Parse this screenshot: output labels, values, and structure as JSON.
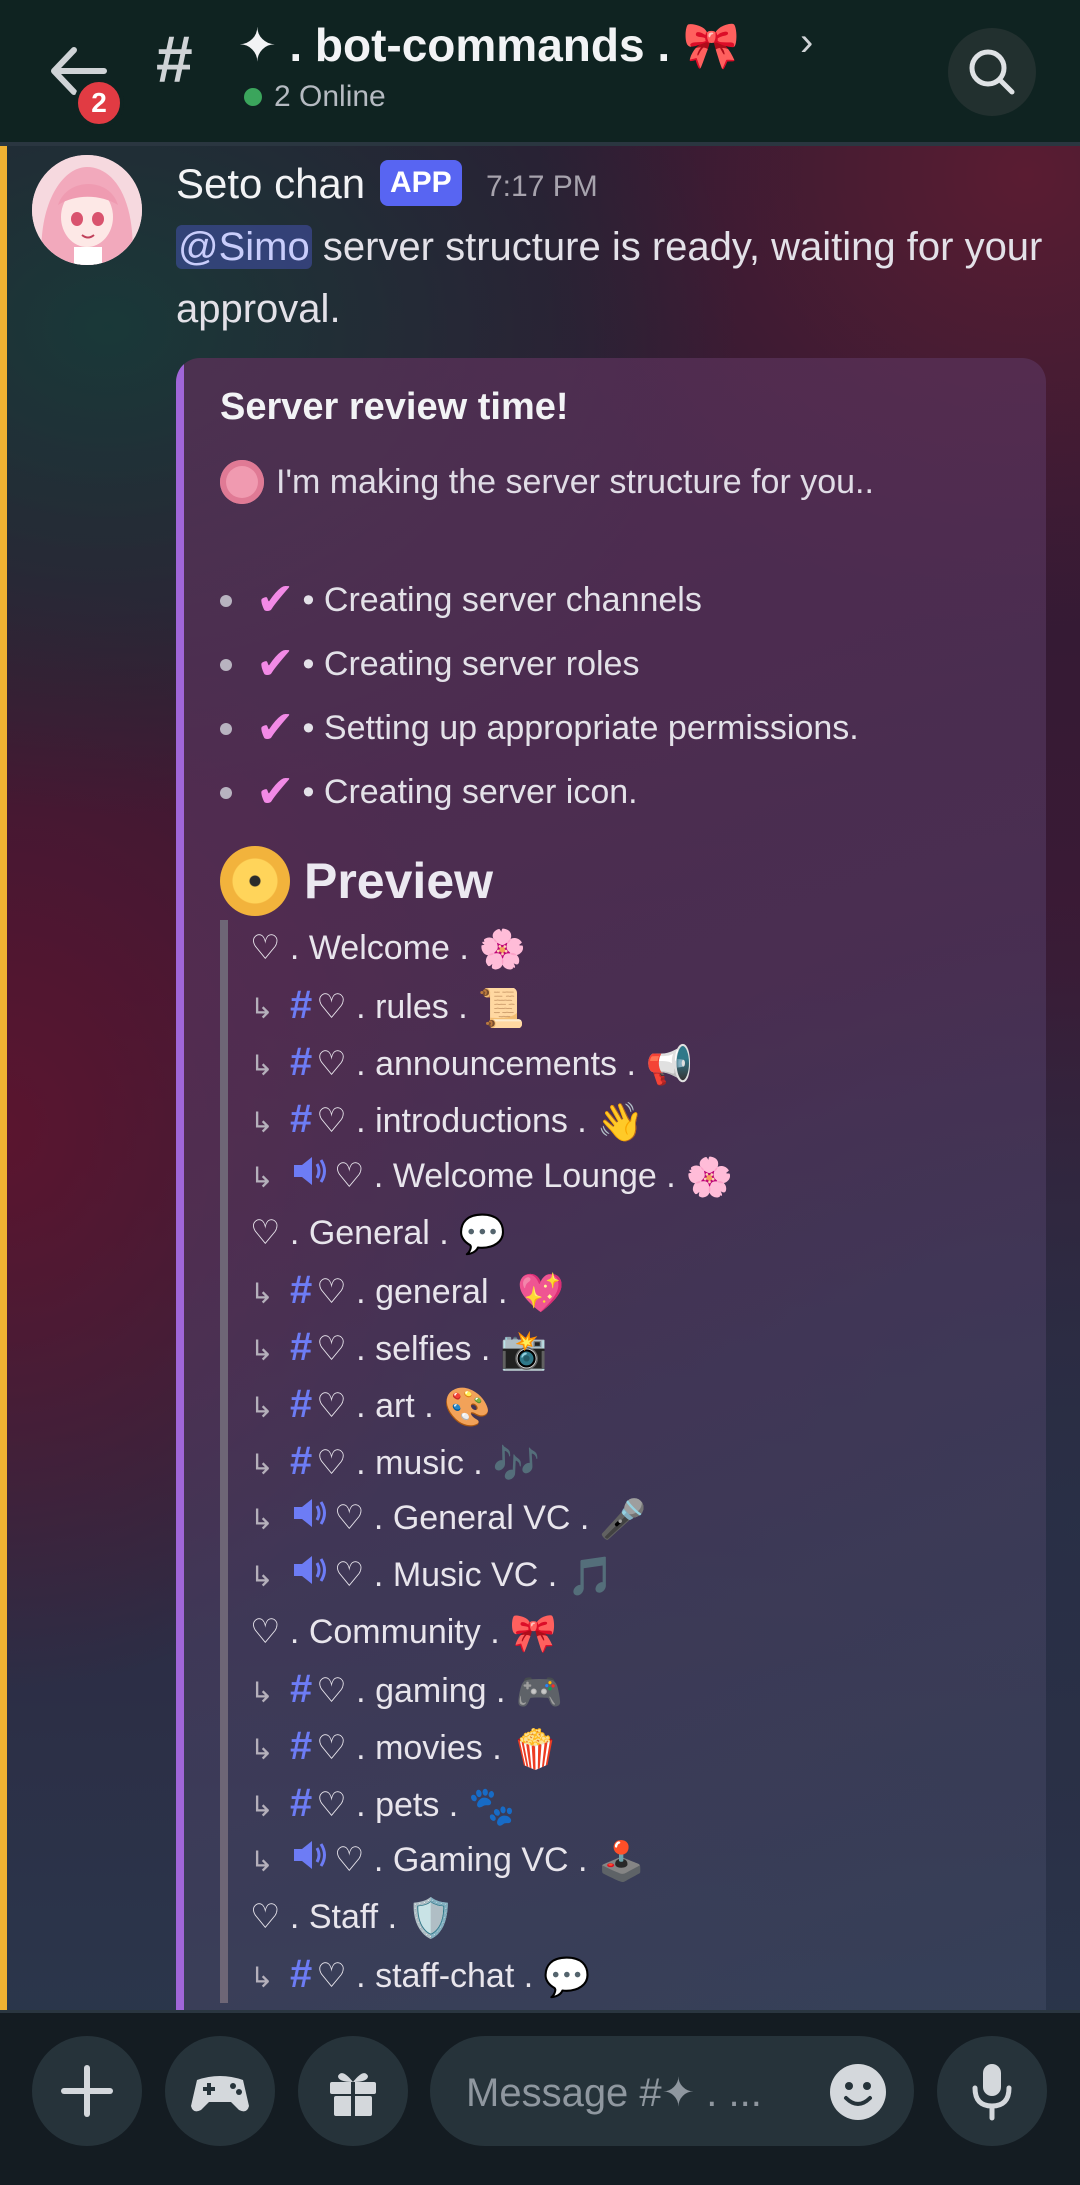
{
  "header": {
    "notification_count": "2",
    "channel_title": "✦ . bot-commands . 🎀",
    "chevron": "›",
    "online_text": "2 Online"
  },
  "message": {
    "author": "Seto chan",
    "app_tag": "APP",
    "time": "7:17 PM",
    "mention": "@Simo",
    "text": " server structure is ready, waiting for your approval."
  },
  "embed": {
    "title": "Server review time!",
    "subtitle": "I'm making the server structure for you..",
    "tasks": [
      "• Creating server channels",
      "• Creating server roles",
      "• Setting up appropriate permissions.",
      "• Creating server icon."
    ],
    "preview_title": "Preview",
    "rows": [
      {
        "kind": "category",
        "text": "♡ . Welcome .",
        "emoji": "🌸"
      },
      {
        "kind": "text",
        "text": "♡ . rules .",
        "emoji": "📜"
      },
      {
        "kind": "text",
        "text": "♡ . announcements .",
        "emoji": "📢"
      },
      {
        "kind": "text",
        "text": "♡ . introductions .",
        "emoji": "👋"
      },
      {
        "kind": "voice",
        "text": "♡ . Welcome Lounge .",
        "emoji": "🌸"
      },
      {
        "kind": "category",
        "text": "♡ . General .",
        "emoji": "💬"
      },
      {
        "kind": "text",
        "text": "♡ . general .",
        "emoji": "💖"
      },
      {
        "kind": "text",
        "text": "♡ . selfies .",
        "emoji": "📸"
      },
      {
        "kind": "text",
        "text": "♡ . art .",
        "emoji": "🎨"
      },
      {
        "kind": "text",
        "text": "♡ . music .",
        "emoji": "🎶"
      },
      {
        "kind": "voice",
        "text": "♡ . General VC .",
        "emoji": "🎤"
      },
      {
        "kind": "voice",
        "text": "♡ . Music VC .",
        "emoji": "🎵"
      },
      {
        "kind": "category",
        "text": "♡ . Community .",
        "emoji": "🎀"
      },
      {
        "kind": "text",
        "text": "♡ . gaming .",
        "emoji": "🎮"
      },
      {
        "kind": "text",
        "text": "♡ . movies .",
        "emoji": "🍿"
      },
      {
        "kind": "text",
        "text": "♡ . pets .",
        "emoji": "🐾"
      },
      {
        "kind": "voice",
        "text": "♡ . Gaming VC .",
        "emoji": "🕹️"
      },
      {
        "kind": "category",
        "text": "♡ . Staff .",
        "emoji": "🛡️"
      },
      {
        "kind": "text",
        "text": "♡ . staff-chat .",
        "emoji": "💬"
      }
    ]
  },
  "input": {
    "placeholder": "Message #✦ . ..."
  },
  "icons": [
    "back-arrow-icon",
    "channel-hash-icon",
    "search-icon",
    "plus-icon",
    "gamepad-icon",
    "gift-icon",
    "emoji-icon",
    "microphone-icon"
  ],
  "colors": {
    "accent": "#5865f2",
    "mention_bar": "#f0b232",
    "embed_bar": "#a066d8",
    "check": "#f28ae6",
    "online": "#3ba55c"
  }
}
